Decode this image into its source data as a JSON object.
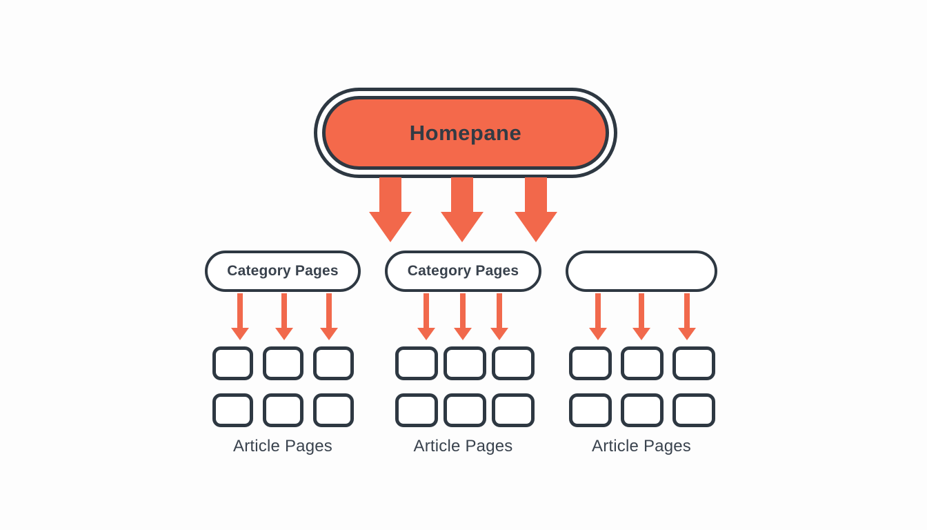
{
  "diagram": {
    "title": "Site structure diagram",
    "background_color": "#FDFDFD",
    "accent_orange": "#F4694B",
    "outline_dark": "#2E3842",
    "homepage": {
      "label": "Homepane"
    },
    "main_arrow_count": 3,
    "branches": [
      {
        "category_label": "Category Pages",
        "arrow_count": 3,
        "article_grid": {
          "rows": 2,
          "cols": 3
        },
        "article_label": "Article Pages"
      },
      {
        "category_label": "Category Pages",
        "arrow_count": 3,
        "article_grid": {
          "rows": 2,
          "cols": 3
        },
        "article_label": "Article Pages"
      },
      {
        "category_label": "",
        "arrow_count": 3,
        "article_grid": {
          "rows": 2,
          "cols": 3
        },
        "article_label": "Article Pages"
      }
    ]
  }
}
